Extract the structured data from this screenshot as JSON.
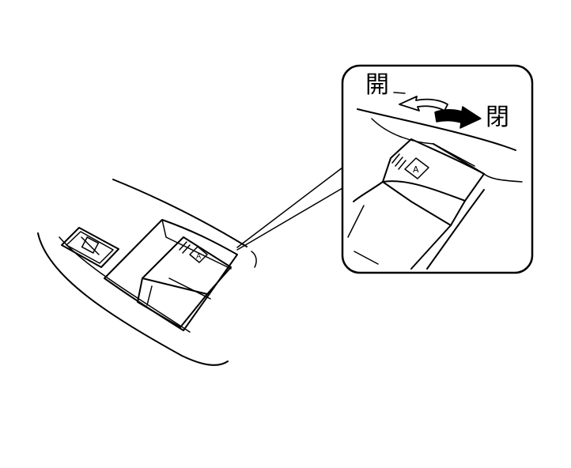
{
  "labels": {
    "open": "開",
    "close": "閉"
  },
  "switch": {
    "auto_mark": "A"
  },
  "colors": {
    "line": "#000000",
    "background": "#ffffff"
  }
}
